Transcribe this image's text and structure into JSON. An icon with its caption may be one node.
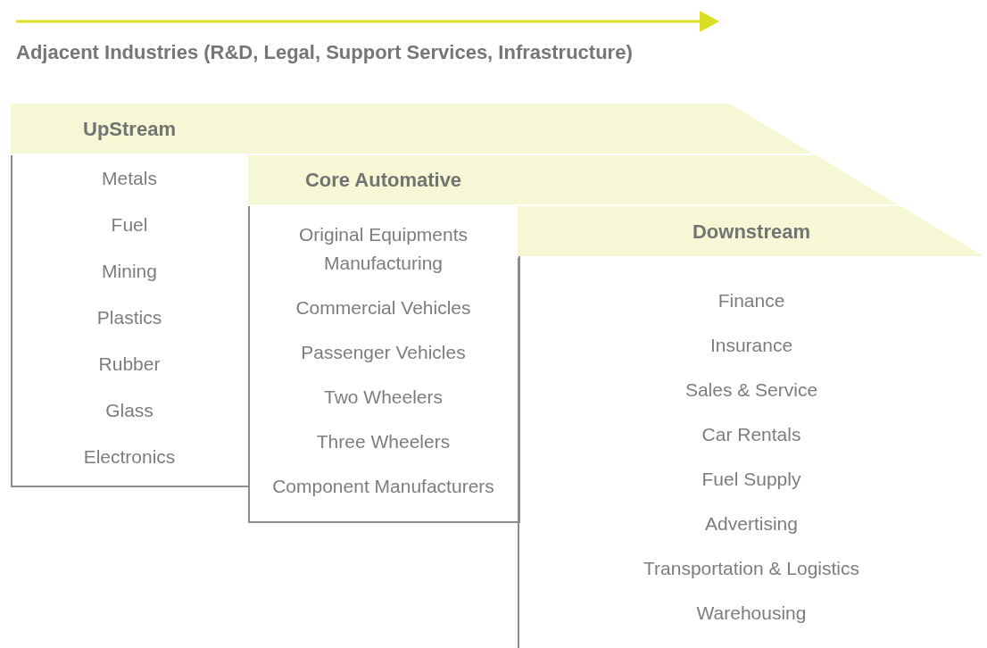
{
  "diagram": {
    "nodes": [
      {
        "text": [
          "UpStream",
          "Metals",
          "Fuel",
          "Mining",
          "Plastics",
          "Rubber",
          "Glass",
          "Electronics"
        ]
      },
      {
        "text": [
          "Core Automative",
          "Original Equipments Manufacturing",
          "Commercial Vehicles",
          "Passenger Vehicles",
          "Two Wheelers",
          "Three Wheelers",
          "Component Manufacturers"
        ]
      },
      {
        "text": [
          "Downstream",
          "Finance",
          "Insurance",
          "Sales & Service",
          "Car Rentals",
          "Fuel Supply",
          "Advertising",
          "Transportation & Logistics",
          "Warehousing"
        ]
      }
    ],
    "edges": [],
    "labels": [
      "Adjacent Industries (R&D, Legal, Support Services, Infrastructure)"
    ]
  }
}
